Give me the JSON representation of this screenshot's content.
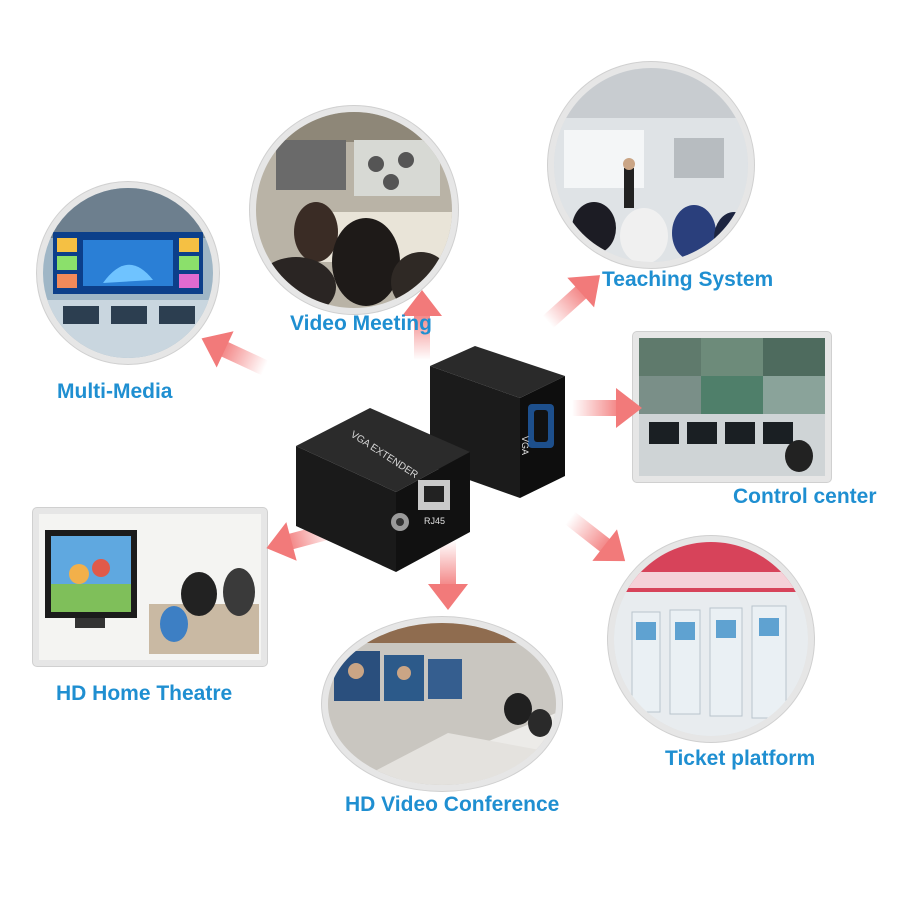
{
  "labels": {
    "multi_media": "Multi-Media",
    "video_meeting": "Video Meeting",
    "teaching_system": "Teaching System",
    "control_center": "Control center",
    "hd_home_theatre": "HD Home Theatre",
    "hd_video_conference": "HD Video Conference",
    "ticket_platform": "Ticket platform"
  },
  "device": {
    "front_text": "VGA EXTENDER",
    "port_rj45": "RJ45",
    "port_vga": "VGA"
  },
  "colors": {
    "label_text": "#1f8fd1",
    "arrow": "#f27a7a",
    "device_body": "#151515"
  }
}
